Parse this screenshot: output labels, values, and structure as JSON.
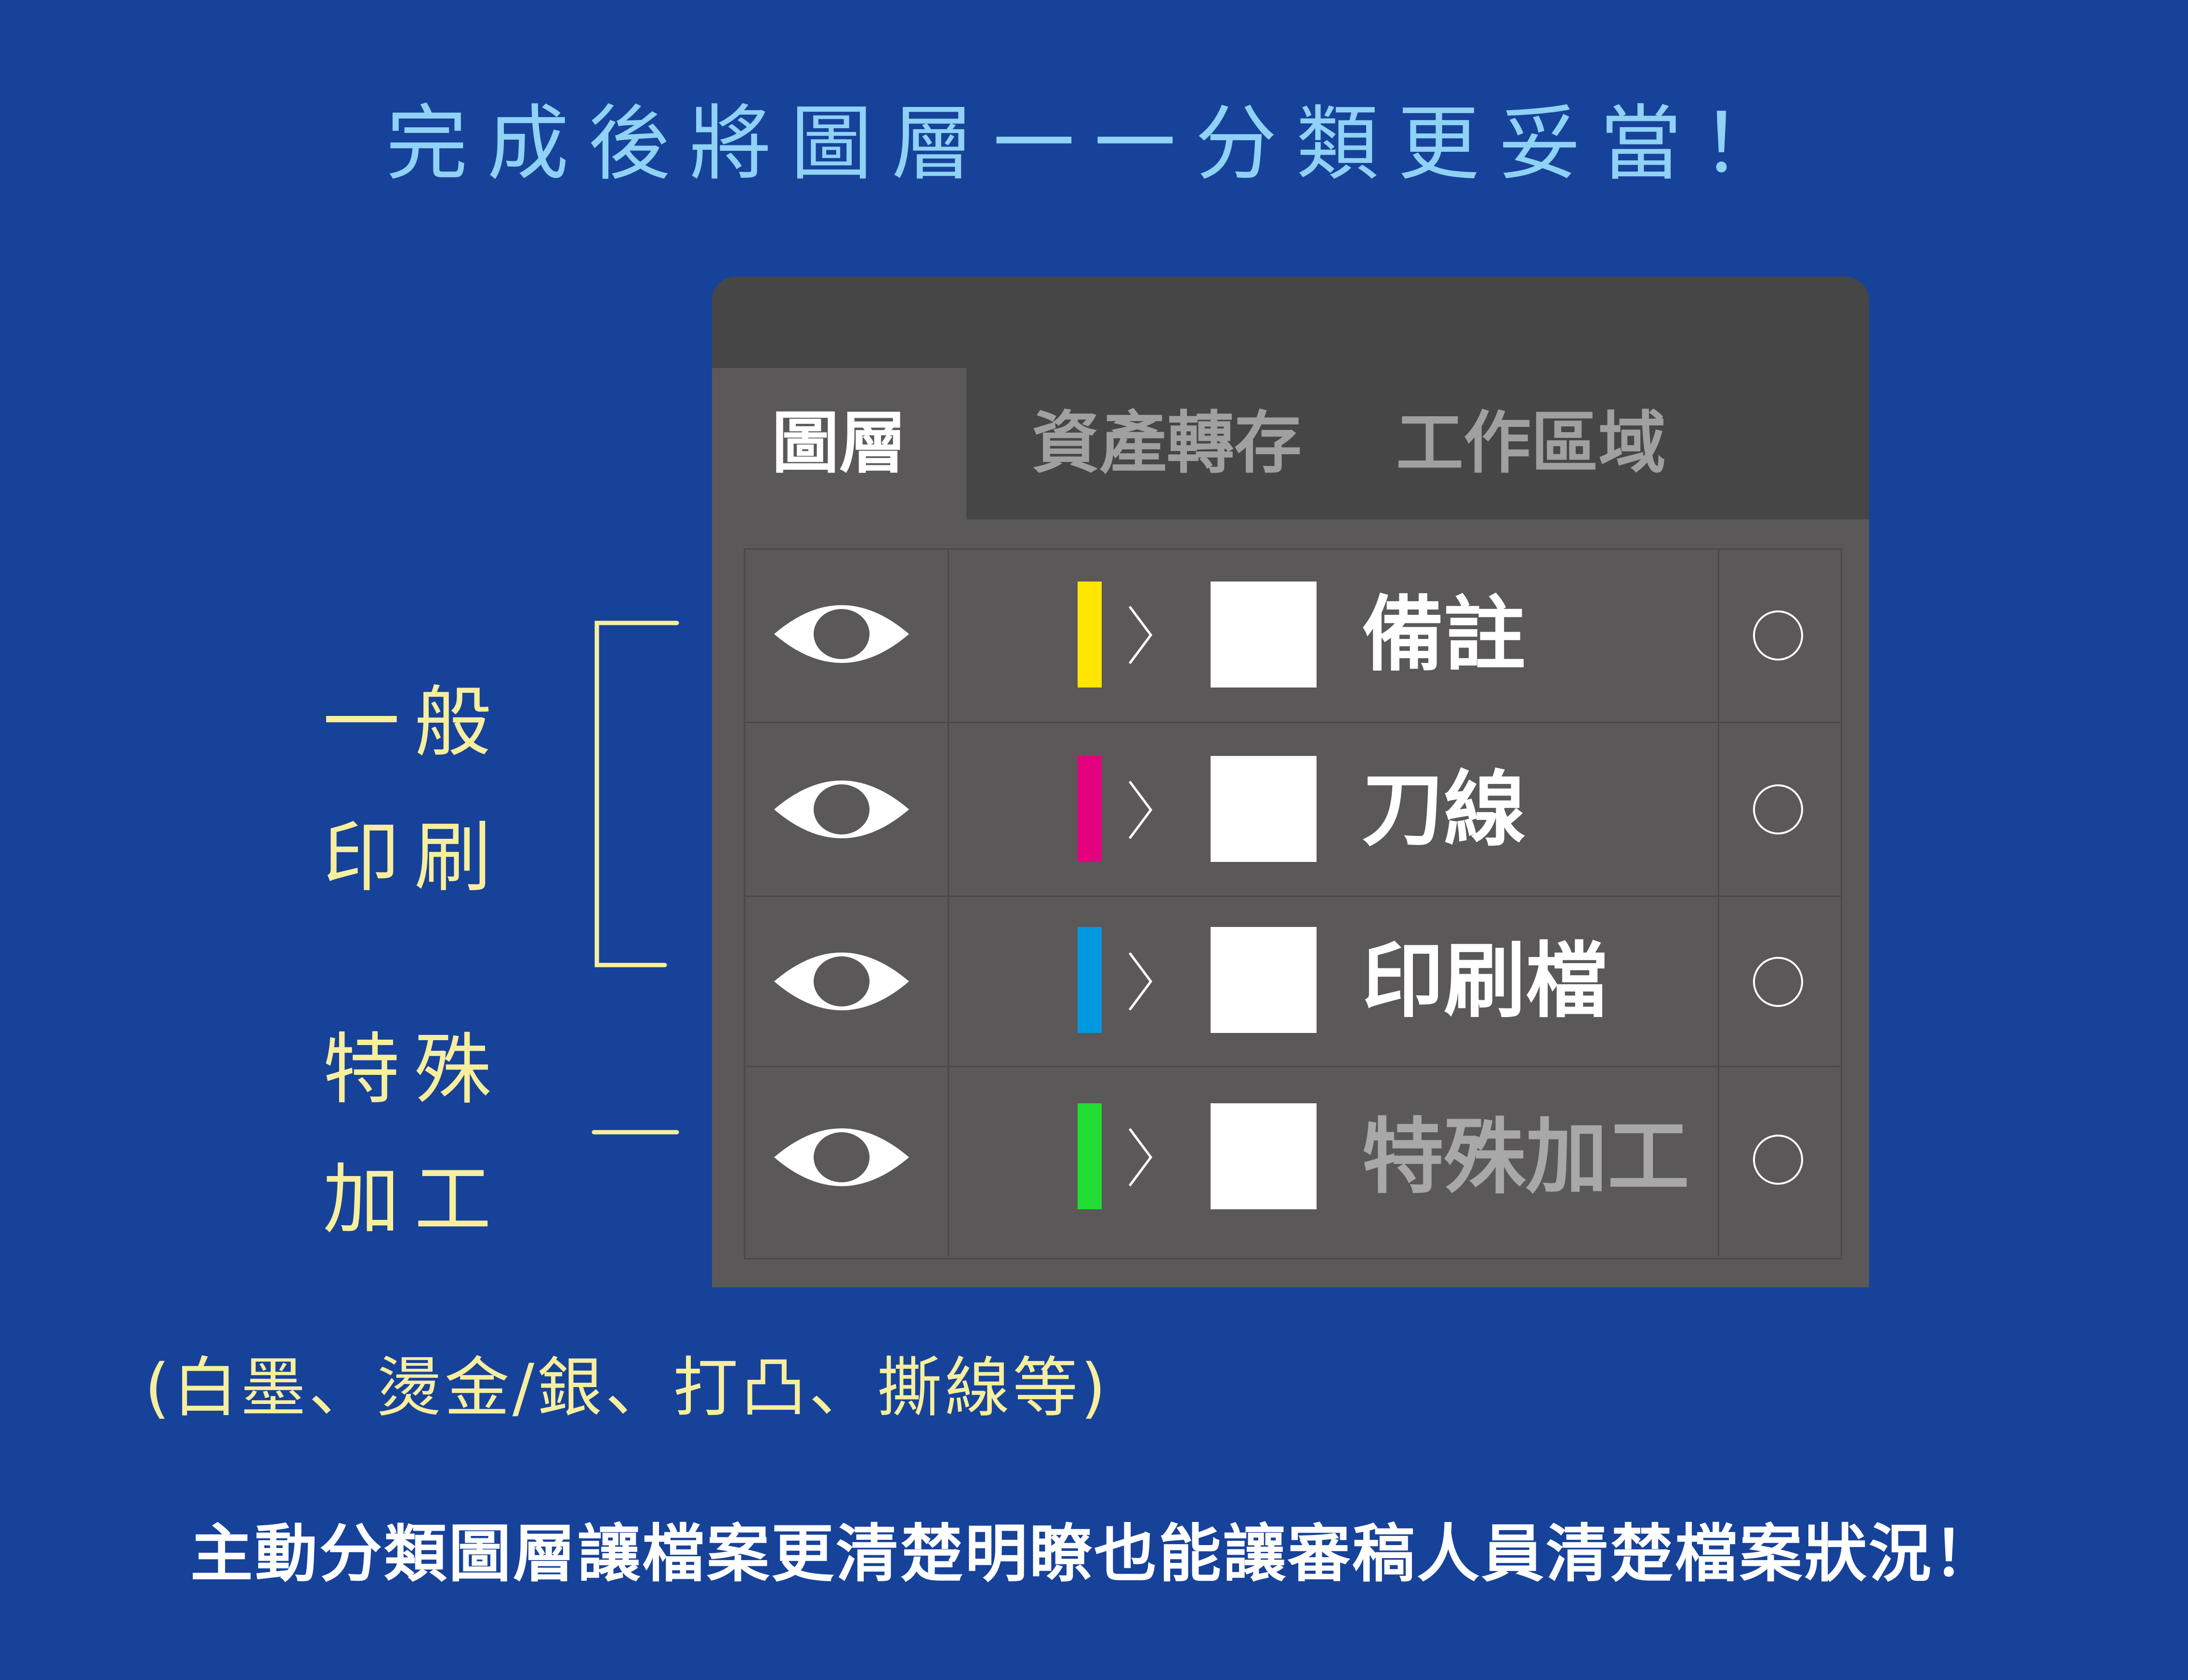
{
  "headline": "完成後將圖層一一分類更妥當！",
  "panel": {
    "tabs": [
      {
        "label": "圖層",
        "active": true
      },
      {
        "label": "資產轉存",
        "active": false
      },
      {
        "label": "工作區域",
        "active": false
      }
    ],
    "layers": [
      {
        "name": "備註",
        "color": "#ffe600",
        "visible": true,
        "dimmed": false,
        "icon": "eye-icon"
      },
      {
        "name": "刀線",
        "color": "#e4007f",
        "visible": true,
        "dimmed": false,
        "icon": "eye-icon"
      },
      {
        "name": "印刷檔",
        "color": "#0099e0",
        "visible": true,
        "dimmed": false,
        "icon": "eye-icon"
      },
      {
        "name": "特殊加工",
        "color": "#22dd33",
        "visible": true,
        "dimmed": true,
        "icon": "eye-icon"
      }
    ]
  },
  "annotations": {
    "general_print": [
      "一般",
      "印刷"
    ],
    "special_process": [
      "特殊",
      "加工"
    ],
    "special_examples": "(白墨、燙金/銀、打凸、撕線等)"
  },
  "footer": "主動分類圖層讓檔案更清楚明瞭也能讓審稿人員清楚檔案狀況！",
  "colors": {
    "background": "#17429a",
    "panel": "#5a5858",
    "panel_header": "#474646",
    "headline": "#8fd2f5",
    "annotation": "#f7ef9e"
  }
}
